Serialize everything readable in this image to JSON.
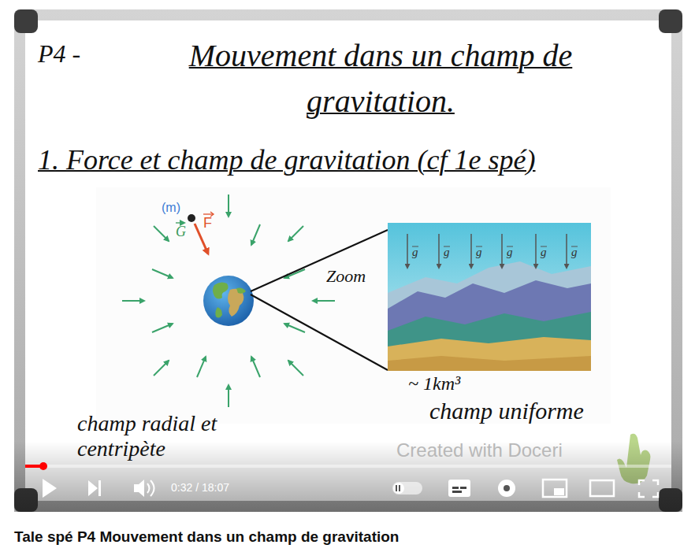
{
  "diagram": {
    "title": "Mouvement dans un champ de gravitation.",
    "caption": "Tale spé P4 Mouvement dans un champ de gravitation",
    "labels": [
      "P4 -",
      "1. Force et champ de gravitation (cf 1e spé)",
      "(m)",
      "G",
      "F",
      "g",
      "g",
      "g",
      "g",
      "g",
      "g",
      "Zoom",
      "~ 1km³",
      "champ radial et centripète",
      "champ uniforme",
      "Created with Doceri",
      "0:32 / 18:07"
    ]
  }
}
